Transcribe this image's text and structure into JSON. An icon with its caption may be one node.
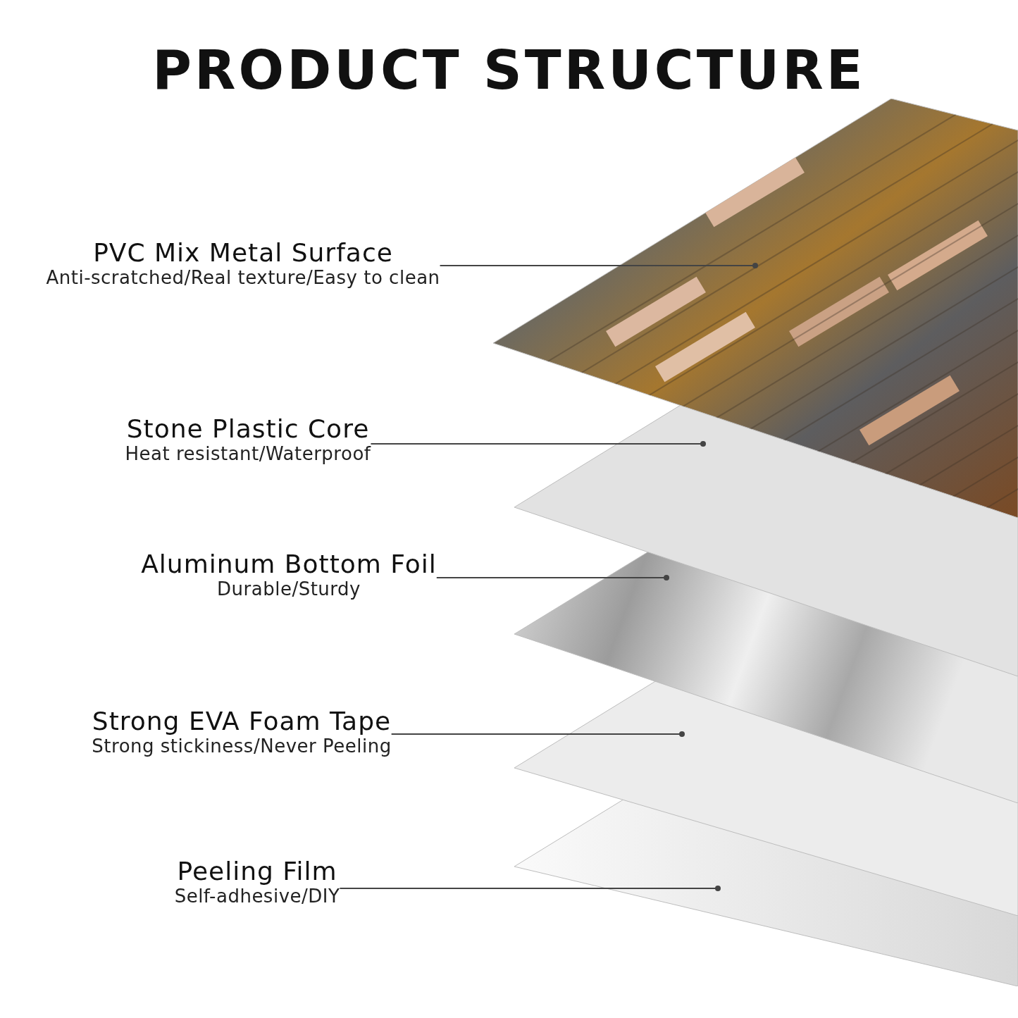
{
  "diagram": {
    "title": "PRODUCT STRUCTURE",
    "nodes": [
      {
        "text": [
          "PVC Mix Metal Surface",
          "Anti-scratched/Real texture/Easy to clean"
        ]
      },
      {
        "text": [
          "Stone Plastic Core",
          "Heat resistant/Waterproof"
        ]
      },
      {
        "text": [
          "Aluminum Bottom Foil",
          "Durable/Sturdy"
        ]
      },
      {
        "text": [
          "Strong EVA Foam Tape",
          "Strong stickiness/Never Peeling"
        ]
      },
      {
        "text": [
          "Peeling Film",
          "Self-adhesive/DIY"
        ]
      },
      {
        "text": [],
        "shape": "picture"
      },
      {
        "text": [],
        "shape": "picture"
      },
      {
        "text": [],
        "shape": "picture"
      },
      {
        "text": [],
        "shape": "picture"
      },
      {
        "text": [],
        "shape": "picture"
      }
    ],
    "edges": [
      {
        "from": 0,
        "to": 5,
        "arrow": "other"
      },
      {
        "from": 1,
        "to": 6,
        "arrow": "other"
      },
      {
        "from": 2,
        "to": 7,
        "arrow": "other"
      },
      {
        "from": 3,
        "to": 8,
        "arrow": "other"
      },
      {
        "from": 4,
        "to": 9,
        "arrow": "other"
      }
    ]
  }
}
